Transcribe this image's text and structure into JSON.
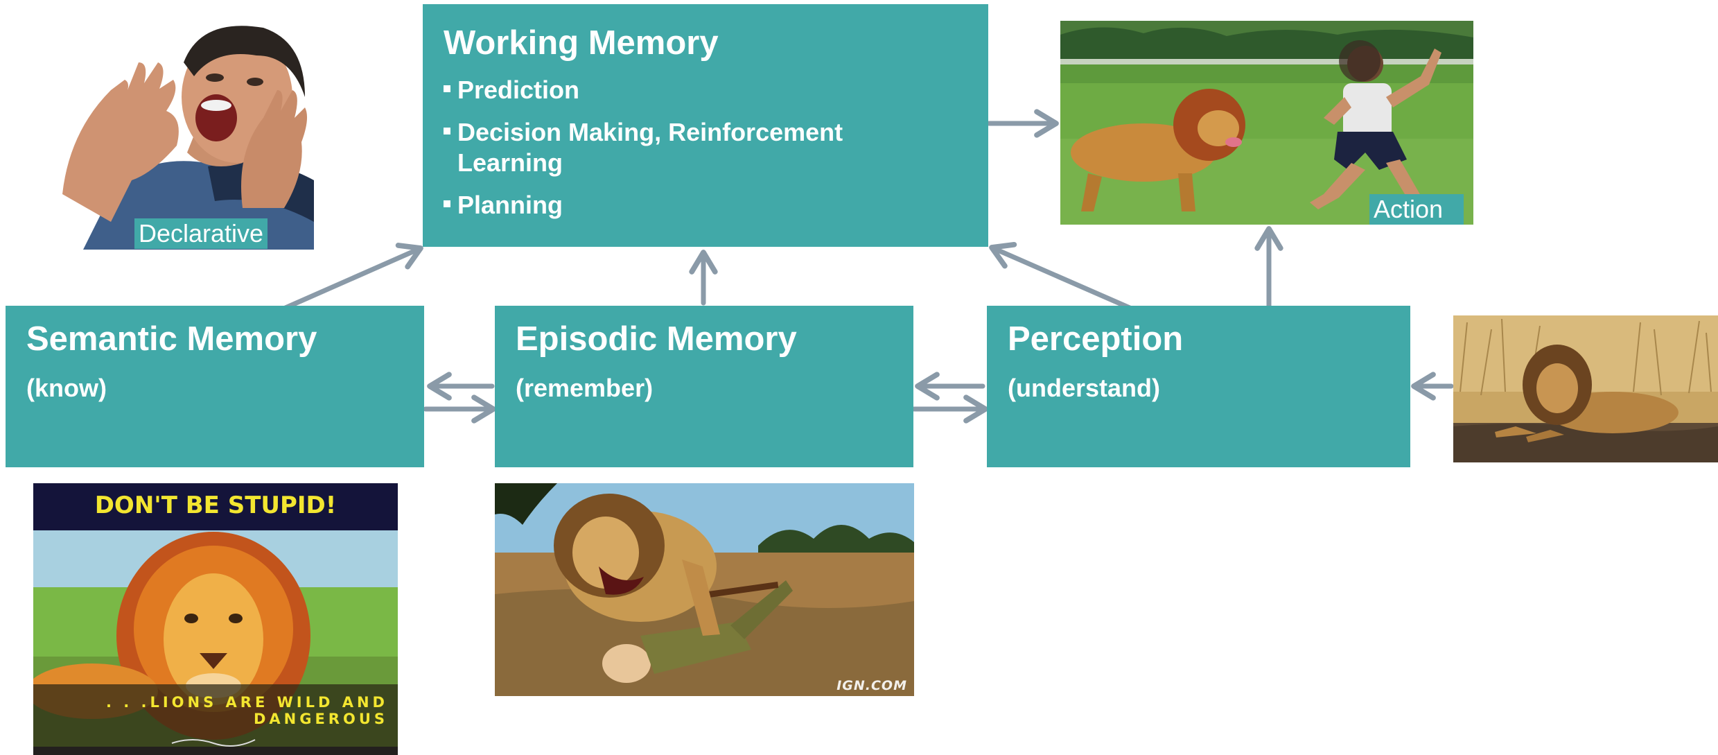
{
  "working_memory": {
    "title": "Working Memory",
    "bullets": [
      "Prediction",
      "Decision Making, Reinforcement Learning",
      "Planning"
    ]
  },
  "semantic_memory": {
    "title": "Semantic Memory",
    "subtitle": "(know)"
  },
  "episodic_memory": {
    "title": "Episodic Memory",
    "subtitle": "(remember)"
  },
  "perception": {
    "title": "Perception",
    "subtitle": "(understand)"
  },
  "captions": {
    "declarative": "Declarative",
    "action": "Action"
  },
  "poster": {
    "title": "DON'T BE STUPID!",
    "tagline": ". . .LIONS ARE WILD AND DANGEROUS"
  },
  "watermark": "IGN.COM",
  "colors": {
    "box": "#41a9a8",
    "box_text": "#ffffff",
    "arrow": "#8a9aa8",
    "caption_bg": "#41a9a8"
  },
  "images": [
    "man-shouting-photo",
    "lion-chasing-boy-photo",
    "lion-lying-photo",
    "lion-poster-photo",
    "lion-attacking-hunter-photo"
  ]
}
